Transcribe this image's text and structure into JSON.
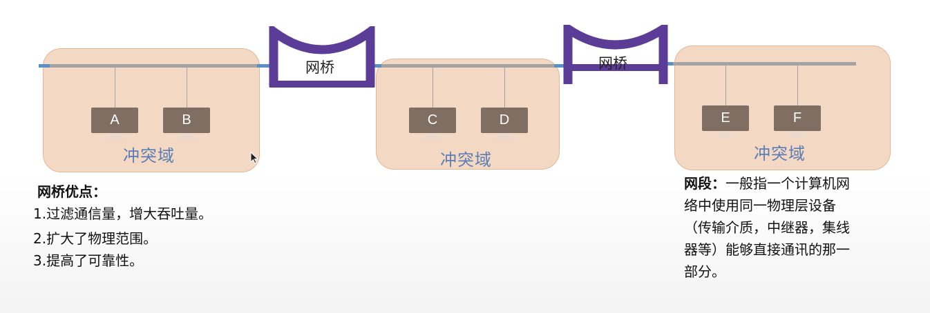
{
  "colors": {
    "domain_fill": "#f3d8c3",
    "domain_border": "#e3b795",
    "domain_label": "#5b7db3",
    "bus_gray": "#a3a3a3",
    "bus_blue": "#5b8fc8",
    "bridge_purple": "#5b3c96",
    "pc_screen": "#806e63"
  },
  "domains": [
    {
      "label": "冲突域",
      "pcs": [
        "A",
        "B"
      ]
    },
    {
      "label": "冲突域",
      "pcs": [
        "C",
        "D"
      ]
    },
    {
      "label": "冲突域",
      "pcs": [
        "E",
        "F"
      ]
    }
  ],
  "bridges": [
    {
      "label": "网桥",
      "icon": "bridge-icon"
    },
    {
      "label": "网桥",
      "icon": "bridge-icon"
    }
  ],
  "advantages": {
    "title": "网桥优点：",
    "items": [
      "1.过滤通信量，增大吞吐量。",
      "2.扩大了物理范围。",
      "3.提高了可靠性。"
    ]
  },
  "segment": {
    "term": "网段：",
    "lines": [
      "一般指一个计算机网",
      "络中使用同一物理层设备",
      "（传输介质，中继器，集线",
      "器等）能够直接通讯的那一",
      "部分。"
    ]
  }
}
